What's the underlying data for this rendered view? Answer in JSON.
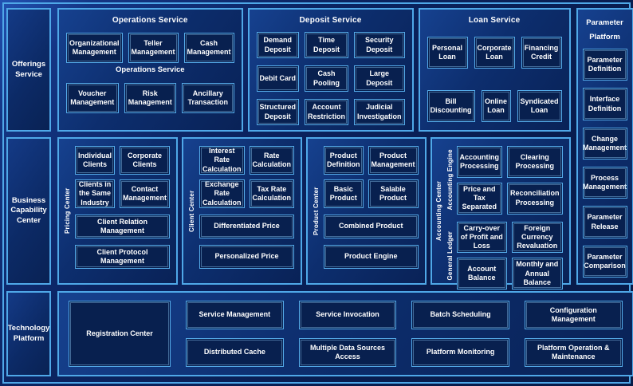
{
  "colors": {
    "background": "#0A2158",
    "background_highlight": "#2251B2",
    "panel_fill": "#0D2E6E",
    "box_fill": "#08204F",
    "border_blue": "#4FA8E8",
    "text": "#FFFFFF"
  },
  "sidebar": {
    "offerings": "Offerings Service",
    "business": "Business Capability Center",
    "technology": "Technology Platform"
  },
  "operations": {
    "title": "Operations Service",
    "subtitle": "Operations Service",
    "row1": [
      "Organizational Management",
      "Teller Management",
      "Cash Management"
    ],
    "row2": [
      "Voucher Management",
      "Risk Management",
      "Ancillary Transaction"
    ]
  },
  "deposit": {
    "title": "Deposit Service",
    "items": [
      "Demand Deposit",
      "Time Deposit",
      "Security Deposit",
      "Debit Card",
      "Cash Pooling",
      "Large Deposit",
      "Structured Deposit",
      "Account Restriction",
      "Judicial Investigation"
    ]
  },
  "loan": {
    "title": "Loan Service",
    "items": [
      "Personal Loan",
      "Corporate Loan",
      "Financing Credit",
      "Bill Discounting",
      "Online Loan",
      "Syndicated Loan"
    ]
  },
  "parameter": {
    "title": "Parameter Platform",
    "items": [
      "Parameter Definition",
      "Interface Definition",
      "Change Management",
      "Process Management",
      "Parameter Release",
      "Parameter Comparison"
    ]
  },
  "pricing_center": {
    "label": "Pricing Center",
    "grid": [
      "Individual Clients",
      "Corporate Clients",
      "Clients in the Same Industry",
      "Contact Management"
    ],
    "wide": [
      "Client Relation Management",
      "Client Protocol Management"
    ]
  },
  "client_center": {
    "label": "Client Center",
    "grid": [
      "Interest Rate Calculation",
      "Rate Calculation",
      "Exchange Rate Calculation",
      "Tax Rate Calculation"
    ],
    "wide": [
      "Differentiated Price",
      "Personalized Price"
    ]
  },
  "product_center": {
    "label": "Product Center",
    "grid": [
      "Product Definition",
      "Product Management",
      "Basic Product",
      "Salable Product"
    ],
    "wide": [
      "Combined Product",
      "Product Engine"
    ]
  },
  "accounting_center": {
    "label": "Accounting Center",
    "sections": [
      {
        "label": "Accounting Engine",
        "items": [
          "Accounting Processing",
          "Clearing Processing",
          "Price and Tax Separated",
          "Reconciliation Processing"
        ]
      },
      {
        "label": "General Ledger",
        "items": [
          "Carry-over of Profit and Loss",
          "Foreign Currency Revaluation",
          "Account Balance",
          "Monthly and Annual Balance"
        ]
      }
    ]
  },
  "technology": {
    "registration": "Registration Center",
    "columns": [
      [
        "Service Management",
        "Distributed Cache"
      ],
      [
        "Service Invocation",
        "Multiple Data Sources Access"
      ],
      [
        "Batch Scheduling",
        "Platform Monitoring"
      ],
      [
        "Configuration Management",
        "Platform Operation & Maintenance"
      ]
    ]
  }
}
